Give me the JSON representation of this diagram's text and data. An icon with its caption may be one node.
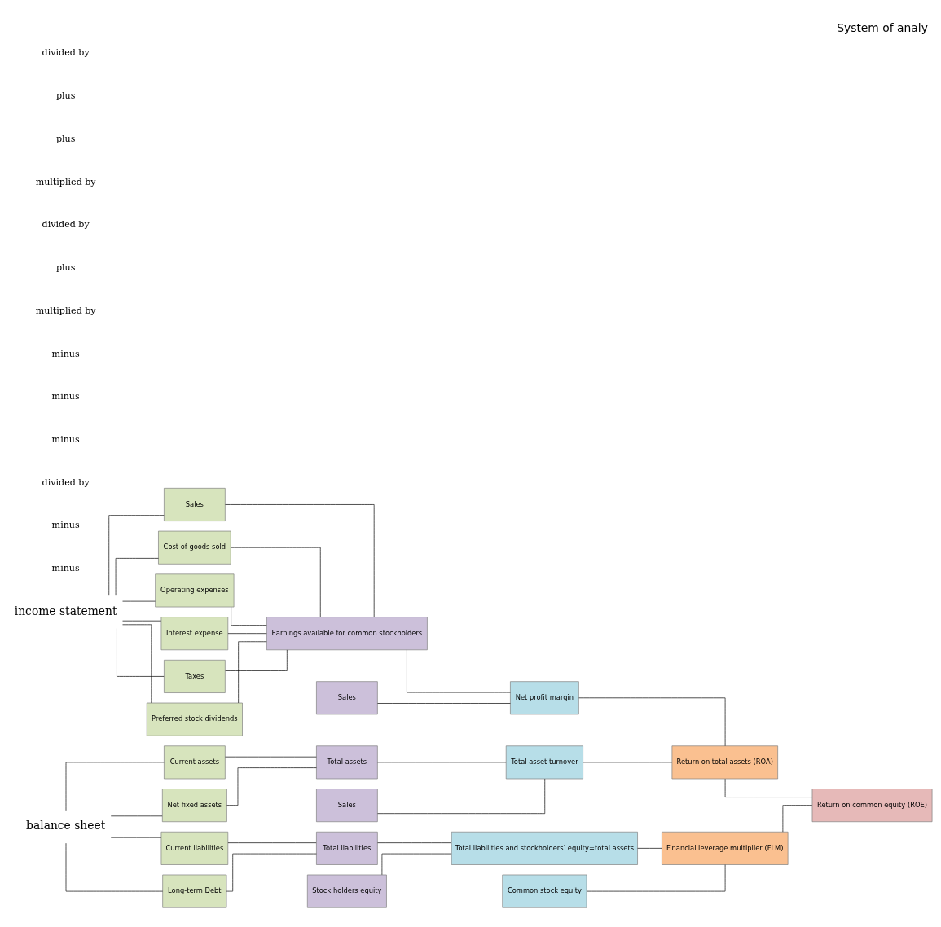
{
  "diagram": {
    "title": "System of analy",
    "nodes": [
      {
        "text": [
          "income statement"
        ]
      },
      {
        "text": [
          "balance sheet"
        ]
      },
      {
        "text": [
          "Sales"
        ]
      },
      {
        "text": [
          "Cost of goods sold"
        ]
      },
      {
        "text": [
          "Operating expenses"
        ]
      },
      {
        "text": [
          "Interest expense"
        ]
      },
      {
        "text": [
          "Taxes"
        ]
      },
      {
        "text": [
          "Preferred stock dividends"
        ]
      },
      {
        "text": [
          "Current assets"
        ]
      },
      {
        "text": [
          "Net fixed assets"
        ]
      },
      {
        "text": [
          "Current liabilities"
        ]
      },
      {
        "text": [
          "Long-term Debt"
        ]
      },
      {
        "text": [
          "Earnings available for common stockholders"
        ]
      },
      {
        "text": [
          "Sales"
        ]
      },
      {
        "text": [
          "Sales"
        ]
      },
      {
        "text": [
          "Total assets"
        ]
      },
      {
        "text": [
          "Total liabilities"
        ]
      },
      {
        "text": [
          "Stock holders equity"
        ]
      },
      {
        "text": [
          "Net profit margin"
        ]
      },
      {
        "text": [
          "Total asset turnover"
        ]
      },
      {
        "text": [
          "Total liabilities and stockholders’ equity=total assets"
        ]
      },
      {
        "text": [
          "Common stock equity"
        ]
      },
      {
        "text": [
          "Return on total assets (ROA)"
        ]
      },
      {
        "text": [
          "Financial leverage multiplier (FLM)"
        ]
      },
      {
        "text": [
          "Return on common equity (ROE)"
        ]
      }
    ],
    "edges": [
      {
        "from": 0,
        "to": 2,
        "arrow": "none"
      },
      {
        "from": 0,
        "to": 3,
        "arrow": "none"
      },
      {
        "from": 0,
        "to": 4,
        "arrow": "none"
      },
      {
        "from": 0,
        "to": 5,
        "arrow": "none"
      },
      {
        "from": 0,
        "to": 6,
        "arrow": "none"
      },
      {
        "from": 0,
        "to": 7,
        "arrow": "none"
      },
      {
        "from": 1,
        "to": 8,
        "arrow": "none"
      },
      {
        "from": 1,
        "to": 9,
        "arrow": "none"
      },
      {
        "from": 1,
        "to": 10,
        "arrow": "none"
      },
      {
        "from": 1,
        "to": 11,
        "arrow": "none"
      },
      {
        "from": 2,
        "to": 12,
        "arrow": "none"
      },
      {
        "from": 3,
        "to": 12,
        "arrow": "none"
      },
      {
        "from": 4,
        "to": 12,
        "arrow": "none"
      },
      {
        "from": 5,
        "to": 12,
        "arrow": "none"
      },
      {
        "from": 6,
        "to": 12,
        "arrow": "none"
      },
      {
        "from": 7,
        "to": 12,
        "arrow": "none"
      },
      {
        "from": 8,
        "to": 15,
        "arrow": "none"
      },
      {
        "from": 9,
        "to": 15,
        "arrow": "none"
      },
      {
        "from": 10,
        "to": 16,
        "arrow": "none"
      },
      {
        "from": 11,
        "to": 16,
        "arrow": "none"
      },
      {
        "from": 12,
        "to": 18,
        "arrow": "none"
      },
      {
        "from": 13,
        "to": 18,
        "arrow": "none"
      },
      {
        "from": 14,
        "to": 19,
        "arrow": "none"
      },
      {
        "from": 15,
        "to": 19,
        "arrow": "none"
      },
      {
        "from": 16,
        "to": 20,
        "arrow": "none"
      },
      {
        "from": 17,
        "to": 20,
        "arrow": "none"
      },
      {
        "from": 20,
        "to": 23,
        "arrow": "none"
      },
      {
        "from": 21,
        "to": 23,
        "arrow": "none"
      },
      {
        "from": 18,
        "to": 22,
        "arrow": "none"
      },
      {
        "from": 19,
        "to": 22,
        "arrow": "none"
      },
      {
        "from": 22,
        "to": 24,
        "arrow": "none"
      },
      {
        "from": 23,
        "to": 24,
        "arrow": "none"
      }
    ],
    "labels": [
      "minus",
      "minus",
      "divided by",
      "minus",
      "minus",
      "minus",
      "multiplied by",
      "plus",
      "divided by",
      "multiplied by",
      "plus",
      "plus",
      "divided by"
    ]
  }
}
